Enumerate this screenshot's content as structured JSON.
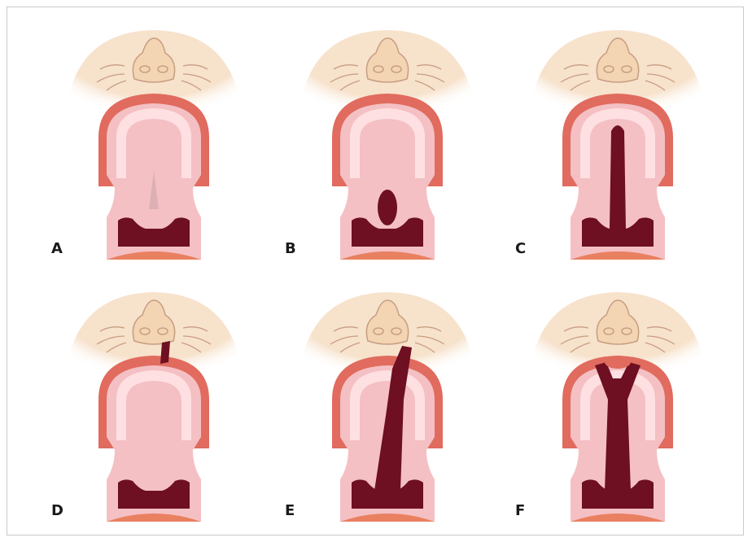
{
  "figure": {
    "panels": [
      {
        "id": "A",
        "label": "A",
        "variant": "submucous"
      },
      {
        "id": "B",
        "label": "B",
        "variant": "soft-palate-partial"
      },
      {
        "id": "C",
        "label": "C",
        "variant": "soft-and-hard-palate"
      },
      {
        "id": "D",
        "label": "D",
        "variant": "lip-only"
      },
      {
        "id": "E",
        "label": "E",
        "variant": "unilateral-complete"
      },
      {
        "id": "F",
        "label": "F",
        "variant": "bilateral-complete"
      }
    ]
  },
  "colors": {
    "skin": "#f7e2cc",
    "nose": "#f3d4b3",
    "nose_line": "#c79e82",
    "lip": "#e06b5e",
    "gum": "#f2a9a2",
    "palate": "#f4c0c4",
    "ridge": "#ffe0e2",
    "cleft": "#6e0f22",
    "tongue": "#e98060"
  }
}
